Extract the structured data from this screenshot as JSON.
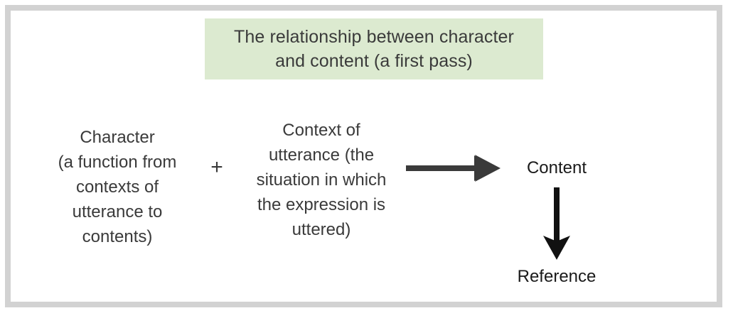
{
  "figure": {
    "title_lines": [
      "The relationship between character",
      "and content (a first pass)"
    ],
    "title_bg_color": "#dcead0",
    "frame_color": "#d2d2d2",
    "text_color": "#3a3a3a",
    "arrow_color": "#3a3a3a"
  },
  "nodes": {
    "character": {
      "lines": [
        "Character",
        "(a function from",
        "contexts of",
        "utterance to",
        "contents)"
      ]
    },
    "context": {
      "lines": [
        "Context of",
        "utterance (the",
        "situation in which",
        "the expression is",
        "uttered)"
      ]
    },
    "content": {
      "label": "Content"
    },
    "reference": {
      "label": "Reference"
    }
  },
  "operators": {
    "plus": "+"
  },
  "connectors": [
    {
      "name": "arrow-right",
      "from": "context",
      "to": "content",
      "direction": "right"
    },
    {
      "name": "arrow-down",
      "from": "content",
      "to": "reference",
      "direction": "down"
    }
  ]
}
